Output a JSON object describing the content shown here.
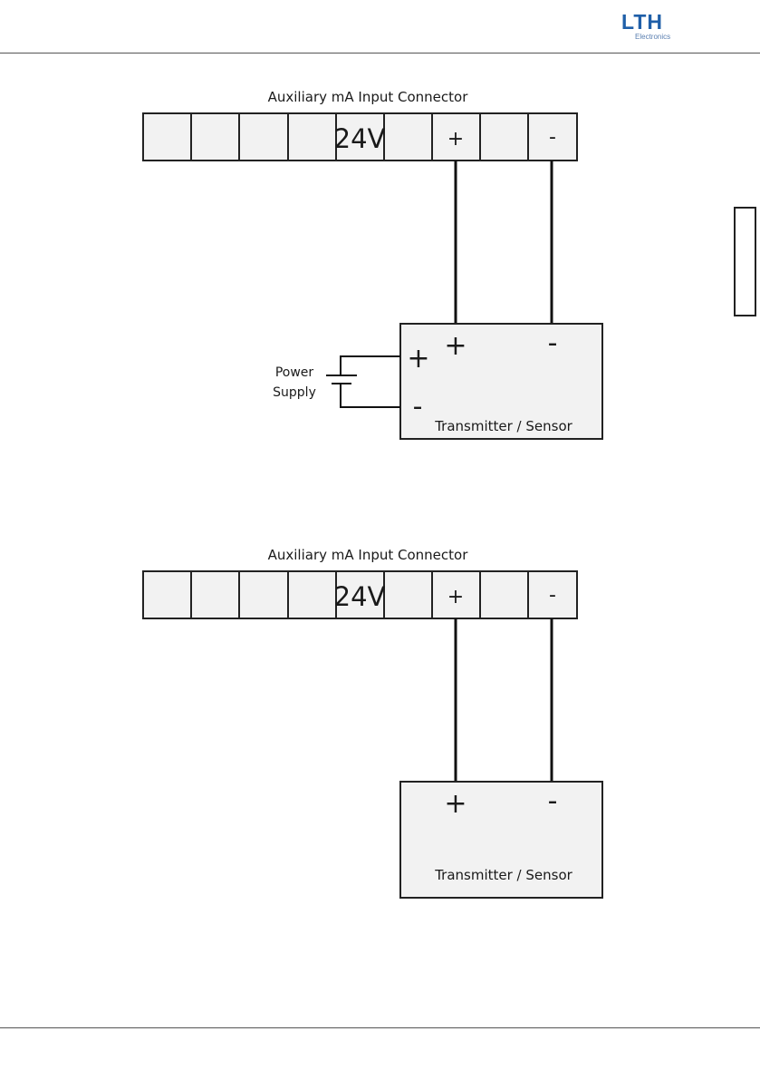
{
  "header": {
    "logo": {
      "main": "LTH",
      "sub": "Electronics",
      "color": "#1f5fa8"
    }
  },
  "diagrams": [
    {
      "connector_title": "Auxiliary mA Input Connector",
      "terminals": [
        "",
        "",
        "",
        "",
        "24V",
        "",
        "+",
        "",
        "-"
      ],
      "sensor": {
        "label": "Transmitter / Sensor",
        "plus": "+",
        "minus": "-",
        "side_plus": "+",
        "side_minus": "-"
      },
      "power_supply": {
        "line1": "Power",
        "line2": "Supply"
      }
    },
    {
      "connector_title": "Auxiliary mA Input Connector",
      "terminals": [
        "",
        "",
        "",
        "",
        "24V",
        "",
        "+",
        "",
        "-"
      ],
      "sensor": {
        "label": "Transmitter / Sensor",
        "plus": "+",
        "minus": "-"
      }
    }
  ]
}
